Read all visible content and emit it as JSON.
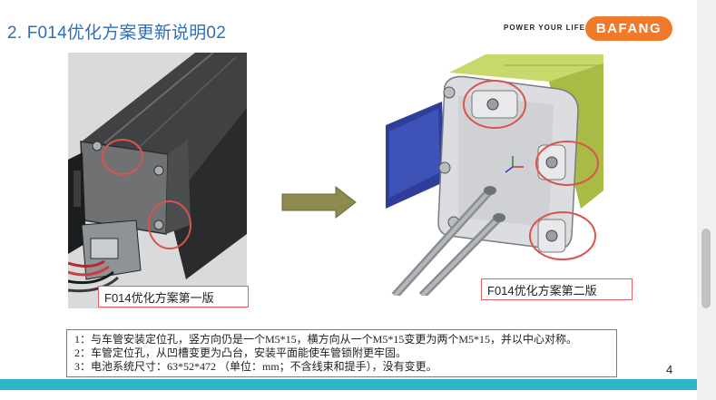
{
  "slide": {
    "title": "2.  F014优化方案更新说明02",
    "slogan": "POWER YOUR LIFE",
    "brand": "BAFANG",
    "page_number": "4"
  },
  "figures": {
    "old_caption": "F014优化方案第一版",
    "new_caption": "F014优化方案第二版"
  },
  "notes": [
    "1：与车管安装定位孔，竖方向仍是一个M5*15，横方向从一个M5*15变更为两个M5*15，并以中心对称。",
    "2：车管定位孔，从凹槽变更为凸台，安装平面能使车管锁附更牢固。",
    "3：电池系统尺寸：63*52*472  （单位：mm；不含线束和提手），没有变更。"
  ],
  "colors": {
    "title": "#2f6fb5",
    "brand": "#f07a2a",
    "footer": "#2fb3c7",
    "highlight": "#d9534f",
    "arrow": "#8c8a4e"
  },
  "icons": {
    "arrow": "right-arrow-icon"
  }
}
